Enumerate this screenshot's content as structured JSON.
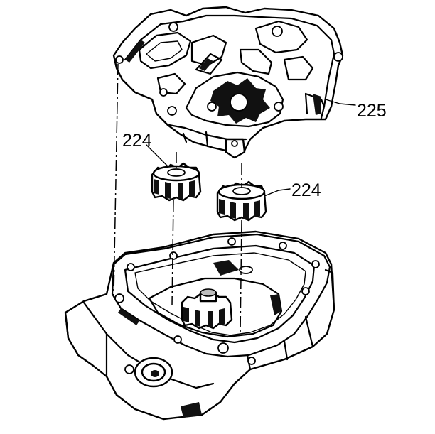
{
  "callouts": {
    "cover": "225",
    "gear_left": "224",
    "gear_right": "224"
  },
  "colors": {
    "line": "#000000",
    "background": "#ffffff",
    "shading": "#111111"
  }
}
